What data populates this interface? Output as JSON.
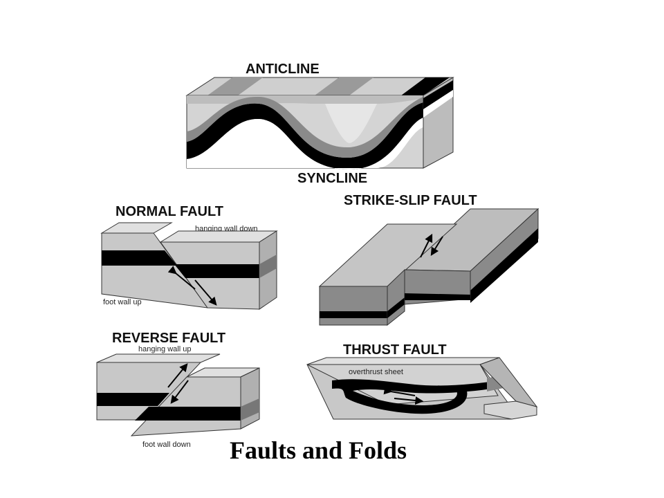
{
  "caption": "Faults and Folds",
  "folds": {
    "top_label": "ANTICLINE",
    "bottom_label": "SYNCLINE"
  },
  "normal_fault": {
    "title": "NORMAL FAULT",
    "note_top": "hanging wall down",
    "note_bottom": "foot wall up"
  },
  "strike_slip_fault": {
    "title": "STRIKE-SLIP FAULT"
  },
  "reverse_fault": {
    "title": "REVERSE FAULT",
    "note_top": "hanging wall up",
    "note_bottom": "foot wall down"
  },
  "thrust_fault": {
    "title": "THRUST FAULT",
    "note_top": "overthrust sheet"
  },
  "colors": {
    "dark": "#000000",
    "mid": "#888888",
    "light": "#bdbdbd",
    "pale": "#dcdcdc",
    "white": "#ffffff"
  }
}
